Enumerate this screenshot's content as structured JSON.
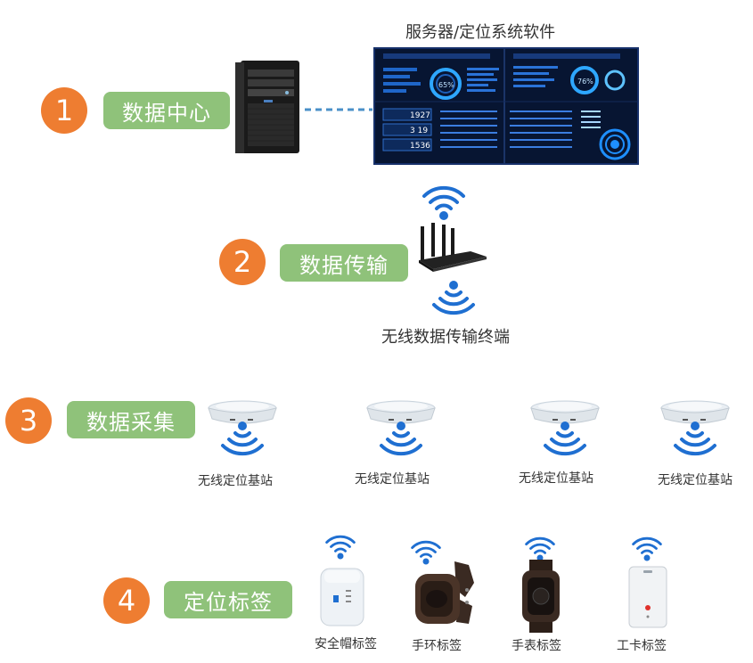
{
  "steps": [
    {
      "number": "1",
      "label": "数据中心"
    },
    {
      "number": "2",
      "label": "数据传输"
    },
    {
      "number": "3",
      "label": "数据采集"
    },
    {
      "number": "4",
      "label": "定位标签"
    }
  ],
  "server_software_title": "服务器/定位系统软件",
  "dashboard_readouts": [
    "1927",
    "3 19",
    "1536"
  ],
  "dashboard_gauges": [
    "65%",
    "76%"
  ],
  "router_caption": "无线数据传输终端",
  "base_station_caption": "无线定位基站",
  "base_stations": [
    {
      "caption": "无线定位基站"
    },
    {
      "caption": "无线定位基站"
    },
    {
      "caption": "无线定位基站"
    },
    {
      "caption": "无线定位基站"
    }
  ],
  "tags": [
    {
      "caption": "安全帽标签",
      "icon": "helmet-tag-icon"
    },
    {
      "caption": "手环标签",
      "icon": "wristband-tag-icon"
    },
    {
      "caption": "手表标签",
      "icon": "watch-tag-icon"
    },
    {
      "caption": "工卡标签",
      "icon": "badge-card-tag-icon"
    }
  ],
  "colors": {
    "step_number": "#ee7d31",
    "step_label_bg": "#8fc27a",
    "wifi_blue": "#1f6fd1",
    "dashboard_bg": "#0a1f4a",
    "connector_dash": "#4a90c8"
  }
}
